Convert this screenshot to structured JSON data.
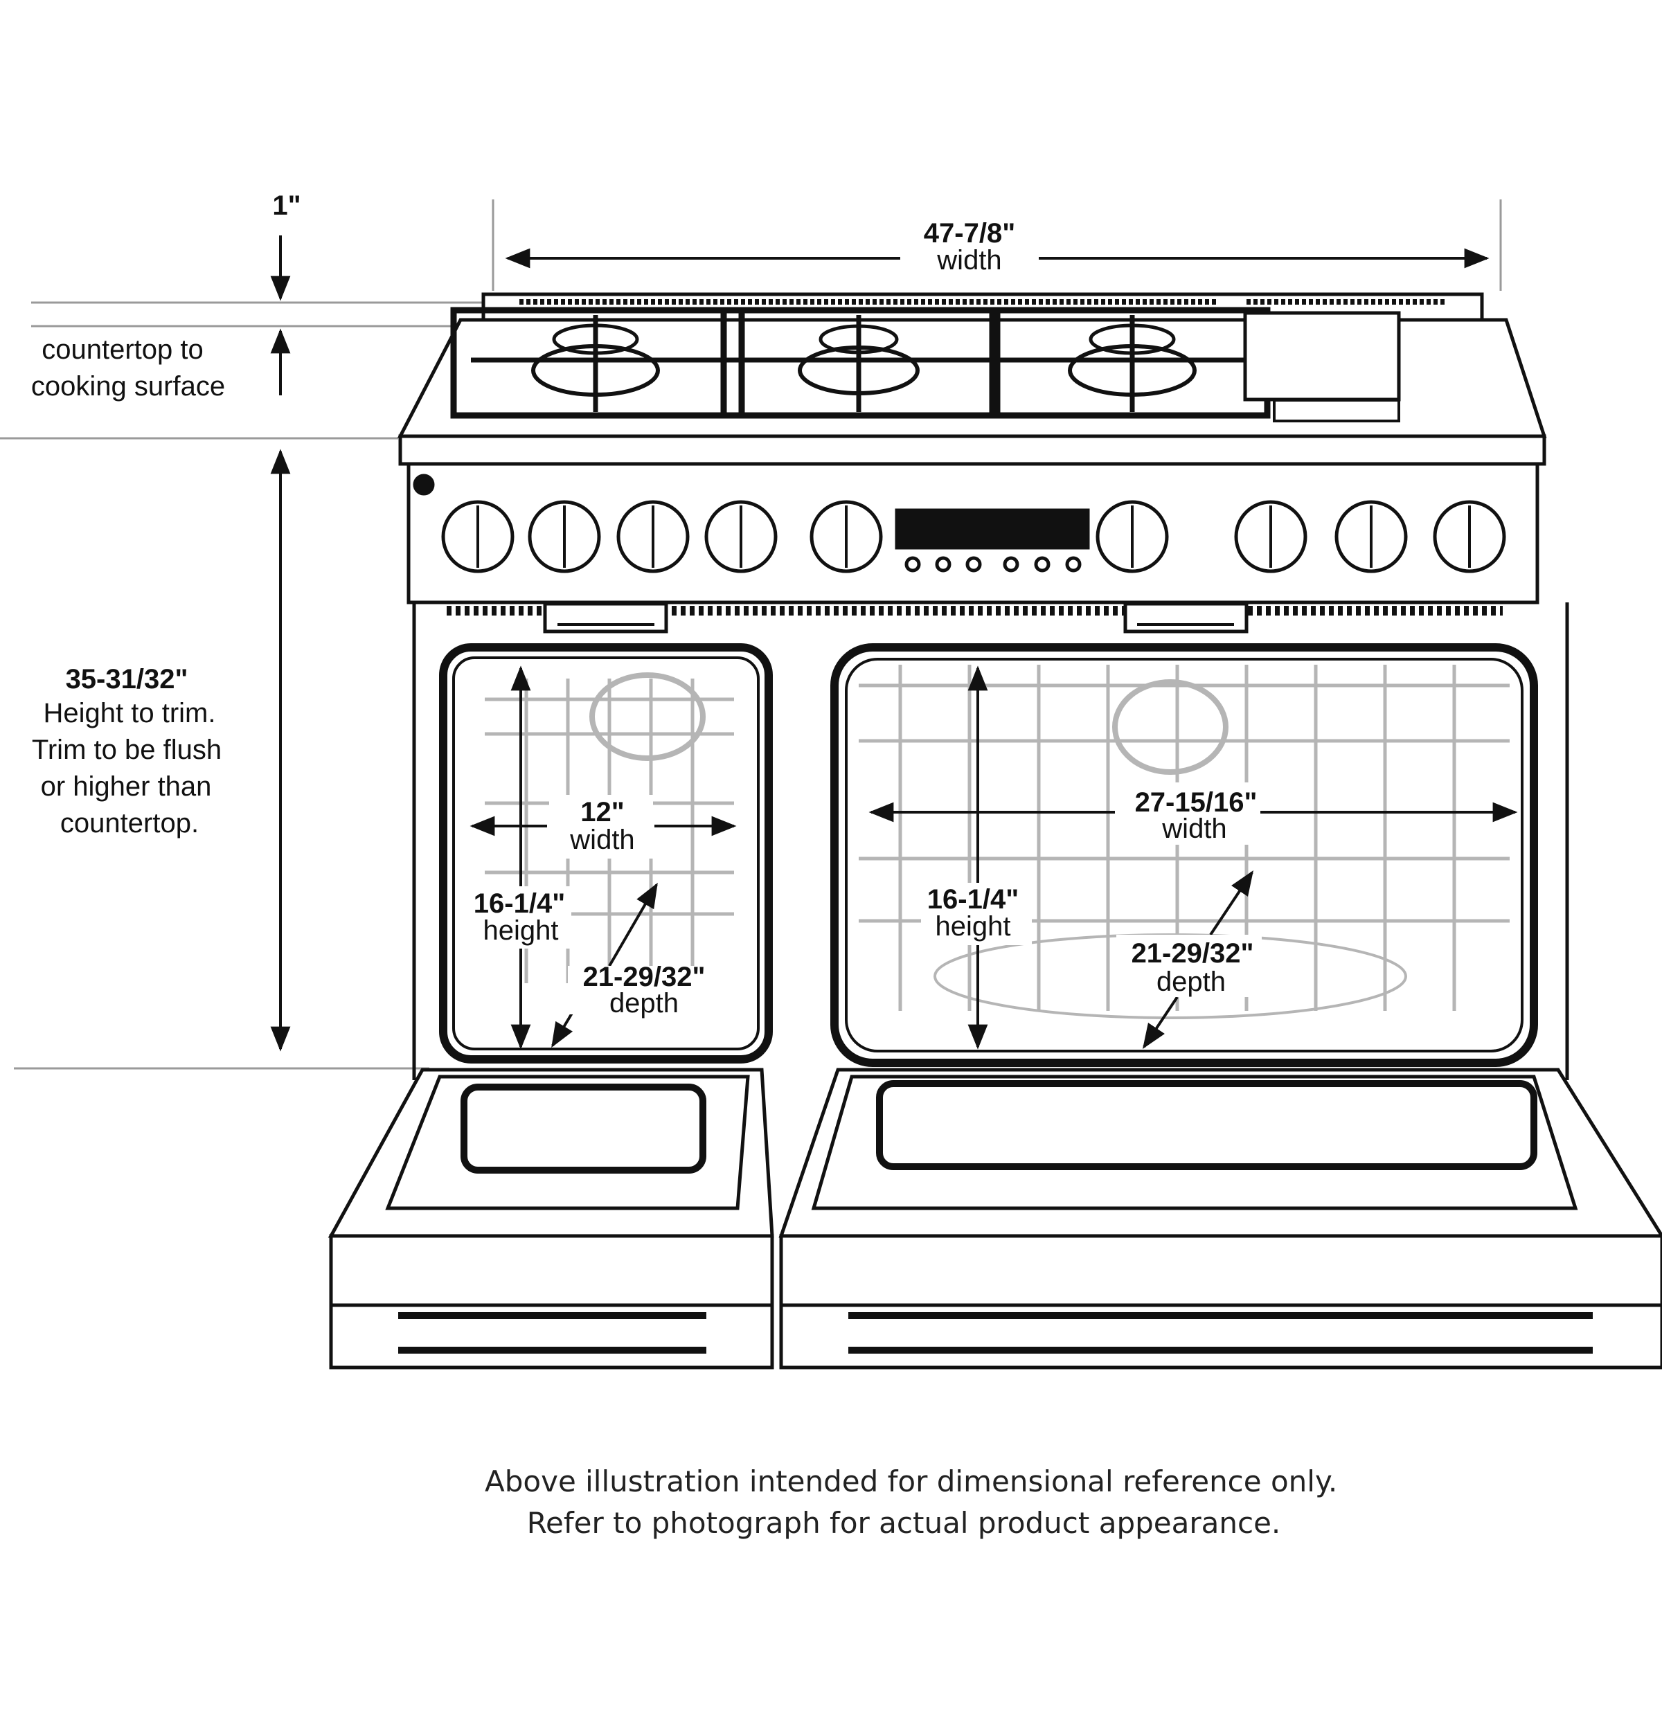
{
  "dimensions": {
    "overall_width": {
      "value": "47-7/8\"",
      "label": "width"
    },
    "cooking_surface": {
      "value": "1\"",
      "label_line1": "countertop to",
      "label_line2": "cooking surface"
    },
    "trim_height": {
      "value": "35-31/32\"",
      "line1": "Height to trim.",
      "line2": "Trim to be flush",
      "line3": "or higher than",
      "line4": "countertop."
    },
    "small_oven": {
      "width": {
        "value": "12\"",
        "label": "width"
      },
      "height": {
        "value": "16-1/4\"",
        "label": "height"
      },
      "depth": {
        "value": "21-29/32\"",
        "label": "depth"
      }
    },
    "large_oven": {
      "width": {
        "value": "27-15/16\"",
        "label": "width"
      },
      "height": {
        "value": "16-1/4\"",
        "label": "height"
      },
      "depth": {
        "value": "21-29/32\"",
        "label": "depth"
      }
    }
  },
  "footnote": {
    "line1": "Above illustration intended for dimensional reference only.",
    "line2": "Refer to photograph for actual product appearance."
  },
  "colors": {
    "line": "#111111",
    "rack": "#b5b5b5",
    "guide": "#9a9a9a"
  }
}
